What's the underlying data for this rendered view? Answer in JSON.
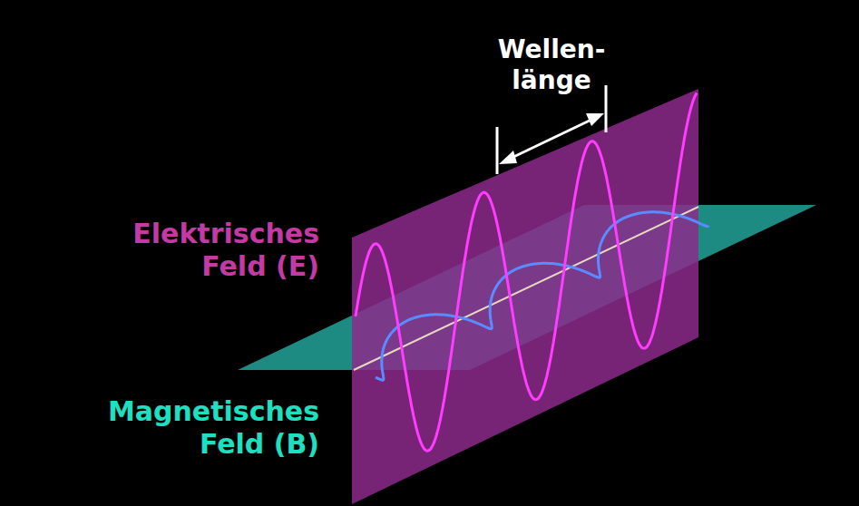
{
  "diagram": {
    "labels": [
      "Wellen- länge",
      "Elektrisches Feld (E)",
      "Magnetisches Feld (B)"
    ]
  }
}
